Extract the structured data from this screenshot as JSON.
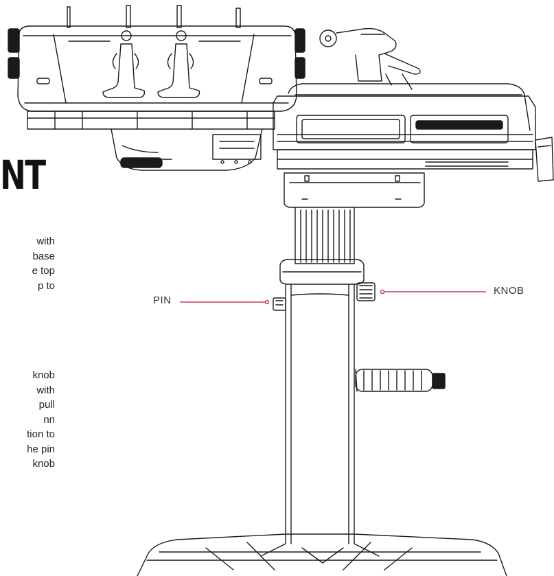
{
  "heading_fragment": "NT",
  "paragraph_1": {
    "lines": [
      "with",
      "base",
      "e top",
      "p to"
    ]
  },
  "paragraph_2": {
    "lines": [
      "knob",
      "with",
      "pull",
      "nn",
      "tion to",
      "he pin",
      "knob"
    ]
  },
  "callouts": {
    "pin_label": "PIN",
    "knob_label": "KNOB"
  },
  "colors": {
    "leader_line": "#c8102e",
    "outline": "#1a1a1a",
    "text": "#222222"
  }
}
